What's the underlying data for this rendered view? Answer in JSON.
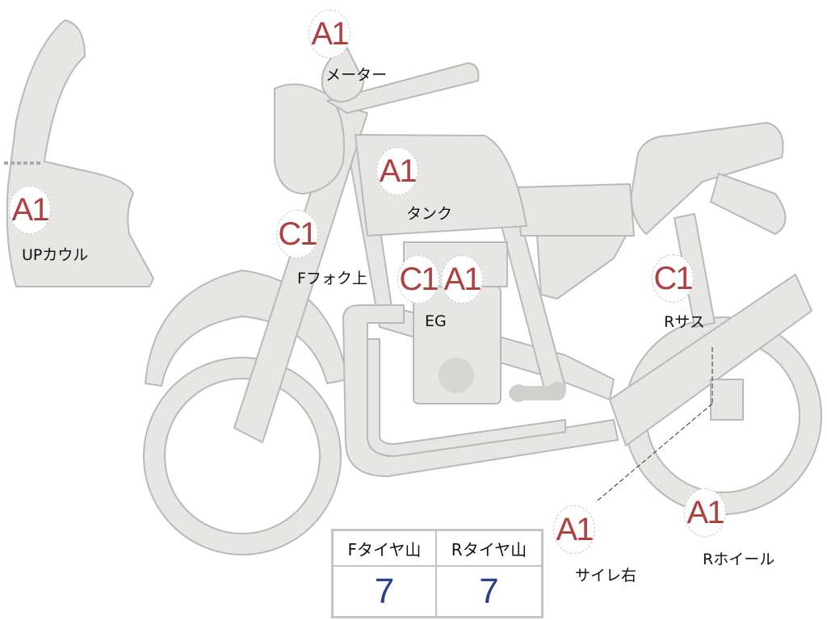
{
  "colors": {
    "part_fill": "#e6e6e4",
    "part_stroke": "#b9b9b9",
    "grade_text": "#b04040",
    "value_text": "#2a3f8f"
  },
  "parts": [
    {
      "label": "メーター",
      "grade": "A1"
    },
    {
      "label": "タンク",
      "grade": "A1"
    },
    {
      "label": "Fフォク上",
      "grade": "C1"
    },
    {
      "label": "UPカウル",
      "grade": "A1"
    },
    {
      "label": "EG",
      "grade": "C1",
      "grade2": "A1"
    },
    {
      "label": "Rサス",
      "grade": "C1"
    },
    {
      "label": "サイレ右",
      "grade": "A1"
    },
    {
      "label": "Rホイール",
      "grade": "A1"
    }
  ],
  "tread_table": {
    "headers": [
      "Fタイヤ山",
      "Rタイヤ山"
    ],
    "values": [
      "7",
      "7"
    ]
  }
}
